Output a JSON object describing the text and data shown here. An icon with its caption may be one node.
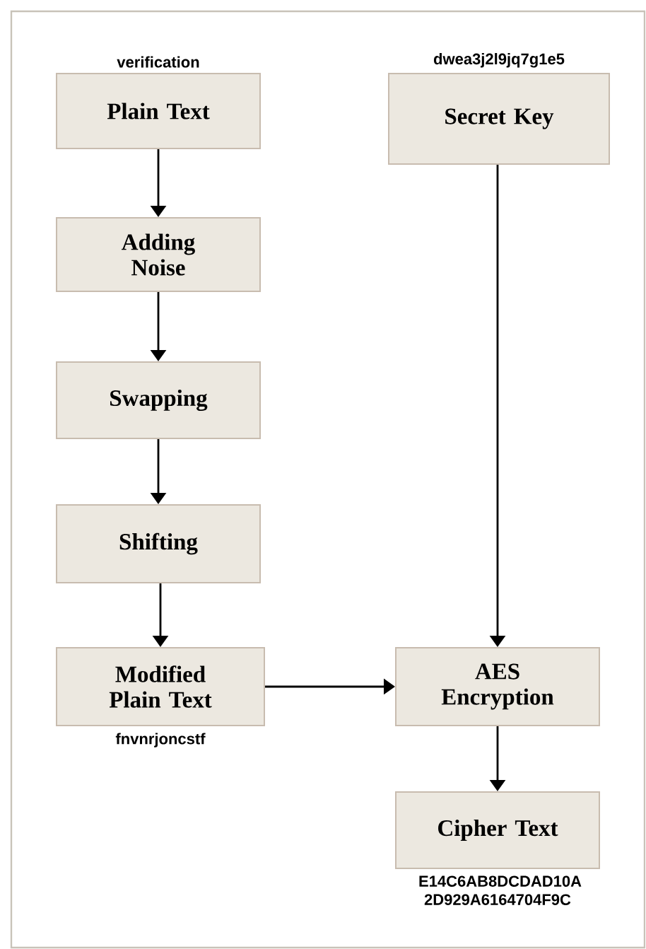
{
  "diagram": {
    "nodes": [
      {
        "text": [
          "Plain Text"
        ],
        "beside": [
          "verification"
        ]
      },
      {
        "text": [
          "Secret Key"
        ],
        "beside": [
          "dwea3j2l9jq7g1e5"
        ]
      },
      {
        "text": [
          "Adding Noise"
        ]
      },
      {
        "text": [
          "Swapping"
        ]
      },
      {
        "text": [
          "Shifting"
        ]
      },
      {
        "text": [
          "Modified Plain Text"
        ],
        "beside": [
          "fnvnrjoncstf"
        ]
      },
      {
        "text": [
          "AES Encryption"
        ]
      },
      {
        "text": [
          "Cipher Text"
        ],
        "beside": [
          "E14C6AB8DCDAD10A 2D929A6164704F9C"
        ]
      }
    ],
    "edges": [
      {
        "from": 0,
        "to": 2,
        "arrow": "to"
      },
      {
        "from": 2,
        "to": 3,
        "arrow": "to"
      },
      {
        "from": 3,
        "to": 4,
        "arrow": "to"
      },
      {
        "from": 4,
        "to": 5,
        "arrow": "to"
      },
      {
        "from": 1,
        "to": 6,
        "arrow": "to"
      },
      {
        "from": 5,
        "to": 6,
        "arrow": "to"
      },
      {
        "from": 6,
        "to": 7,
        "arrow": "to"
      }
    ]
  }
}
